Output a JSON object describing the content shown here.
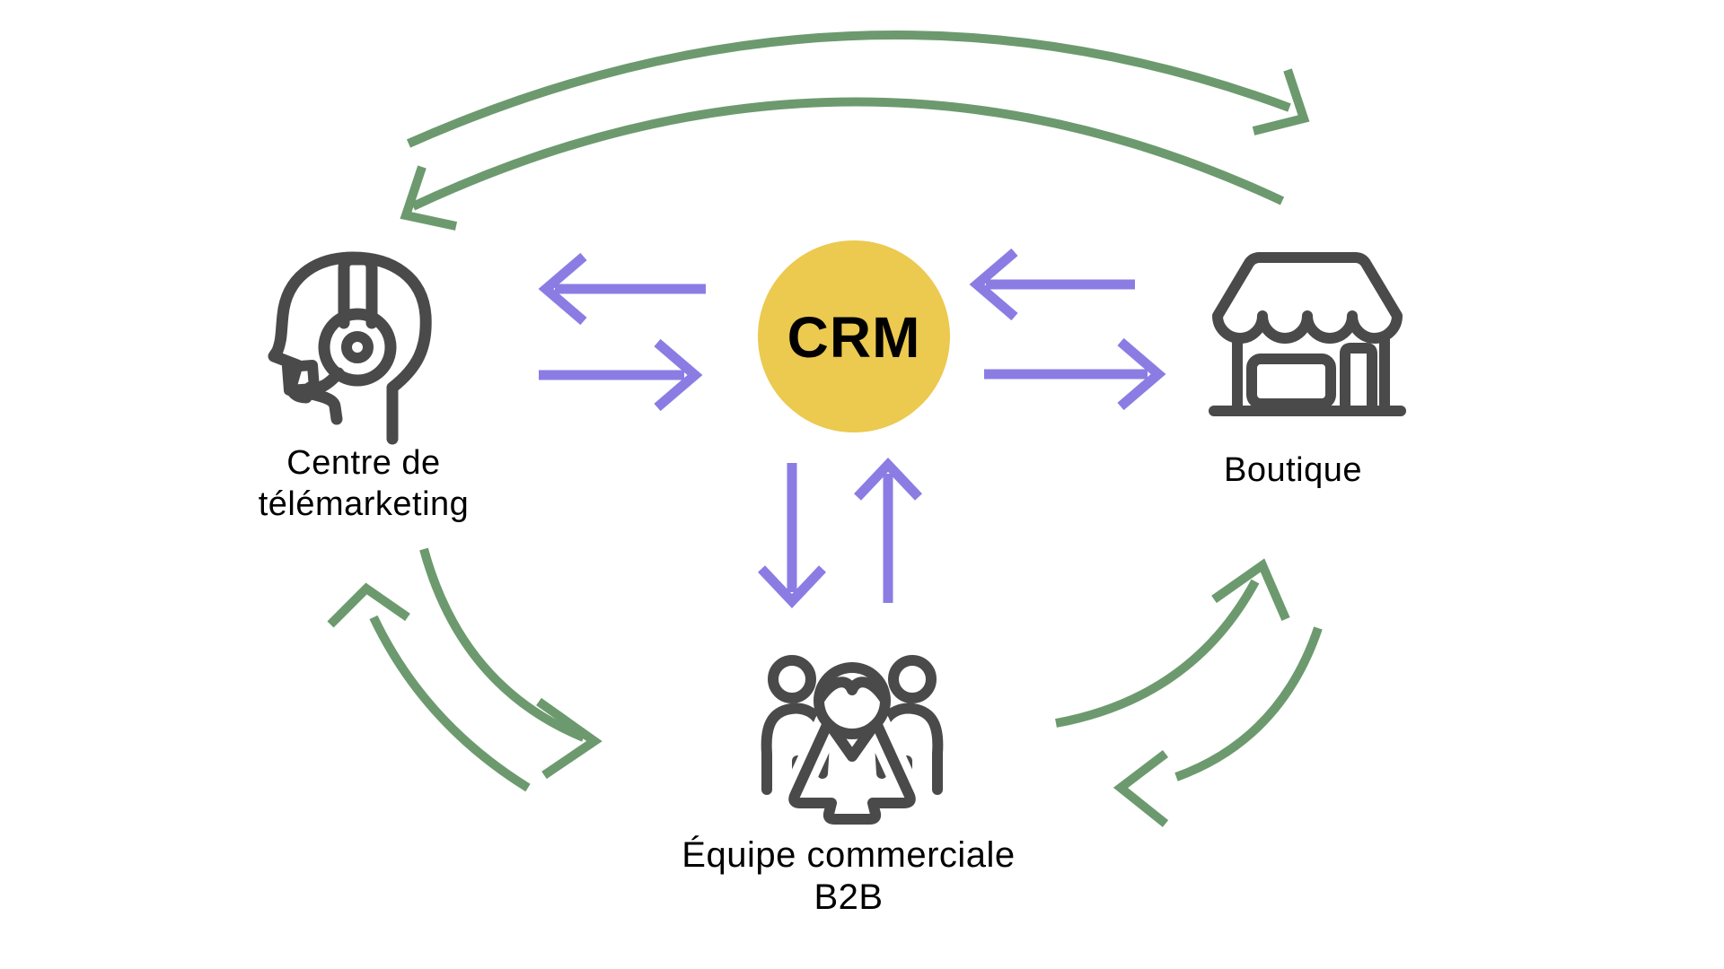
{
  "colors": {
    "background": "#FFFFFF",
    "crm_circle": "#ECC94F",
    "arrow_purple": "#8B7CE4",
    "arrow_green": "#6C9A6E",
    "icon_dark": "#4A4A4A",
    "text": "#000000"
  },
  "center": {
    "label": "CRM"
  },
  "nodes": {
    "telemarketing": {
      "label": "Centre de télémarketing",
      "label_lines": [
        "Centre de",
        "télémarketing"
      ],
      "icon": "headset-agent-icon"
    },
    "boutique": {
      "label": "Boutique",
      "icon": "storefront-icon"
    },
    "b2b_team": {
      "label": "Équipe commerciale B2B",
      "label_lines": [
        "Équipe commerciale",
        "B2B"
      ],
      "icon": "team-icon"
    }
  },
  "connections": [
    {
      "from": "telemarketing",
      "to": "crm",
      "type": "bidirectional",
      "color": "purple"
    },
    {
      "from": "boutique",
      "to": "crm",
      "type": "bidirectional",
      "color": "purple"
    },
    {
      "from": "b2b_team",
      "to": "crm",
      "type": "bidirectional",
      "color": "purple"
    },
    {
      "from": "telemarketing",
      "to": "boutique",
      "type": "bidirectional",
      "color": "green"
    },
    {
      "from": "telemarketing",
      "to": "b2b_team",
      "type": "bidirectional",
      "color": "green"
    },
    {
      "from": "boutique",
      "to": "b2b_team",
      "type": "bidirectional",
      "color": "green"
    }
  ]
}
